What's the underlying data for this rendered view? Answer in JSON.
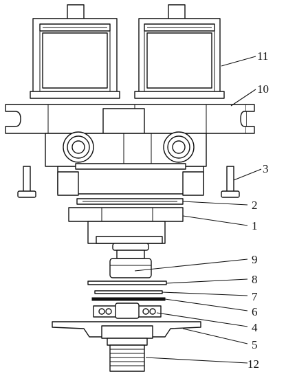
{
  "labels": {
    "l11": "11",
    "l10": "10",
    "l3": "3",
    "l2": "2",
    "l1": "1",
    "l9": "9",
    "l8": "8",
    "l7": "7",
    "l6": "6",
    "l4": "4",
    "l5": "5",
    "l12": "12"
  }
}
